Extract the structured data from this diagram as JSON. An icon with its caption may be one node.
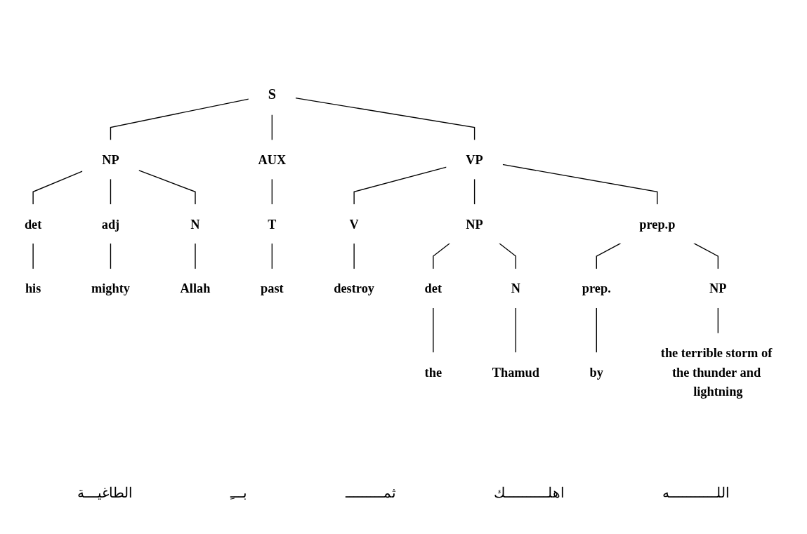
{
  "diagram": {
    "nodes": [
      {
        "text": [
          "S"
        ]
      },
      {
        "text": [
          "NP"
        ]
      },
      {
        "text": [
          "AUX"
        ]
      },
      {
        "text": [
          "VP"
        ]
      },
      {
        "text": [
          "det"
        ]
      },
      {
        "text": [
          "adj"
        ]
      },
      {
        "text": [
          "N"
        ]
      },
      {
        "text": [
          "T"
        ]
      },
      {
        "text": [
          "V"
        ]
      },
      {
        "text": [
          "NP"
        ]
      },
      {
        "text": [
          "prep.p"
        ]
      },
      {
        "text": [
          "his"
        ]
      },
      {
        "text": [
          "mighty"
        ]
      },
      {
        "text": [
          "Allah"
        ]
      },
      {
        "text": [
          "past"
        ]
      },
      {
        "text": [
          "destroy"
        ]
      },
      {
        "text": [
          "det"
        ]
      },
      {
        "text": [
          "N"
        ]
      },
      {
        "text": [
          "prep."
        ]
      },
      {
        "text": [
          "NP"
        ]
      },
      {
        "text": [
          "the"
        ]
      },
      {
        "text": [
          "Thamud"
        ]
      },
      {
        "text": [
          "by"
        ]
      },
      {
        "text": [
          "the terrible storm of the thunder and lightning"
        ]
      }
    ],
    "edges": [
      {
        "from": 0,
        "to": 1,
        "arrow": "none"
      },
      {
        "from": 0,
        "to": 2,
        "arrow": "none"
      },
      {
        "from": 0,
        "to": 3,
        "arrow": "none"
      },
      {
        "from": 1,
        "to": 4,
        "arrow": "none"
      },
      {
        "from": 1,
        "to": 5,
        "arrow": "none"
      },
      {
        "from": 1,
        "to": 6,
        "arrow": "none"
      },
      {
        "from": 2,
        "to": 7,
        "arrow": "none"
      },
      {
        "from": 3,
        "to": 8,
        "arrow": "none"
      },
      {
        "from": 3,
        "to": 9,
        "arrow": "none"
      },
      {
        "from": 3,
        "to": 10,
        "arrow": "none"
      },
      {
        "from": 4,
        "to": 11,
        "arrow": "none"
      },
      {
        "from": 5,
        "to": 12,
        "arrow": "none"
      },
      {
        "from": 6,
        "to": 13,
        "arrow": "none"
      },
      {
        "from": 7,
        "to": 14,
        "arrow": "none"
      },
      {
        "from": 8,
        "to": 15,
        "arrow": "none"
      },
      {
        "from": 9,
        "to": 16,
        "arrow": "none"
      },
      {
        "from": 9,
        "to": 17,
        "arrow": "none"
      },
      {
        "from": 10,
        "to": 18,
        "arrow": "none"
      },
      {
        "from": 10,
        "to": 19,
        "arrow": "none"
      },
      {
        "from": 16,
        "to": 20,
        "arrow": "none"
      },
      {
        "from": 17,
        "to": 21,
        "arrow": "none"
      },
      {
        "from": 18,
        "to": 22,
        "arrow": "none"
      },
      {
        "from": 19,
        "to": 23,
        "arrow": "none"
      }
    ],
    "labels": [
      "اللـــــــــــه",
      "اهلــــــــــك",
      "ثمـــــــــ",
      "بـــِ",
      "الطاغيـــة"
    ]
  }
}
